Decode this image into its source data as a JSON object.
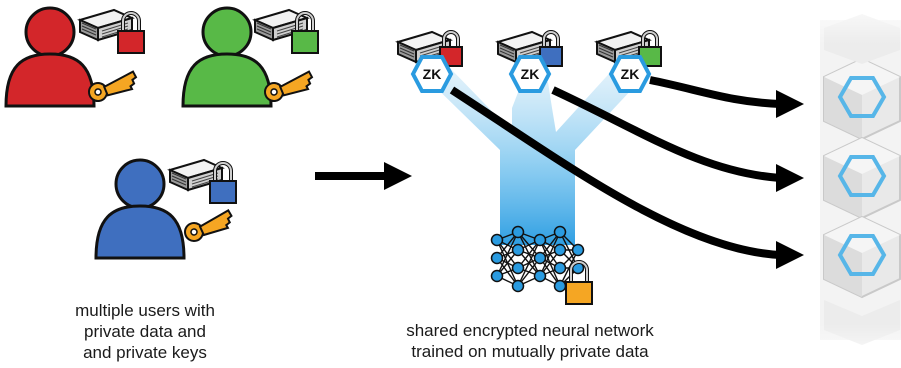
{
  "users_caption": {
    "line1": "multiple users with",
    "line2": "private data and",
    "line3": "and private keys"
  },
  "network_caption": {
    "line1": "shared encrypted neural network",
    "line2": "trained on mutually private data"
  },
  "zk_badges": [
    "ZK",
    "ZK",
    "ZK"
  ],
  "users": [
    {
      "name": "red-user",
      "color": "#d3262a"
    },
    {
      "name": "green-user",
      "color": "#58b947"
    },
    {
      "name": "blue-user",
      "color": "#3f6fbf"
    }
  ],
  "colors": {
    "key": "#f5a623",
    "zk_border": "#2a9be0",
    "funnel": "#5cb7ec",
    "neuron": "#2a9be0",
    "lock_network": "#f5a623",
    "arrow": "#000000",
    "hexagon": "#57b6e8"
  }
}
